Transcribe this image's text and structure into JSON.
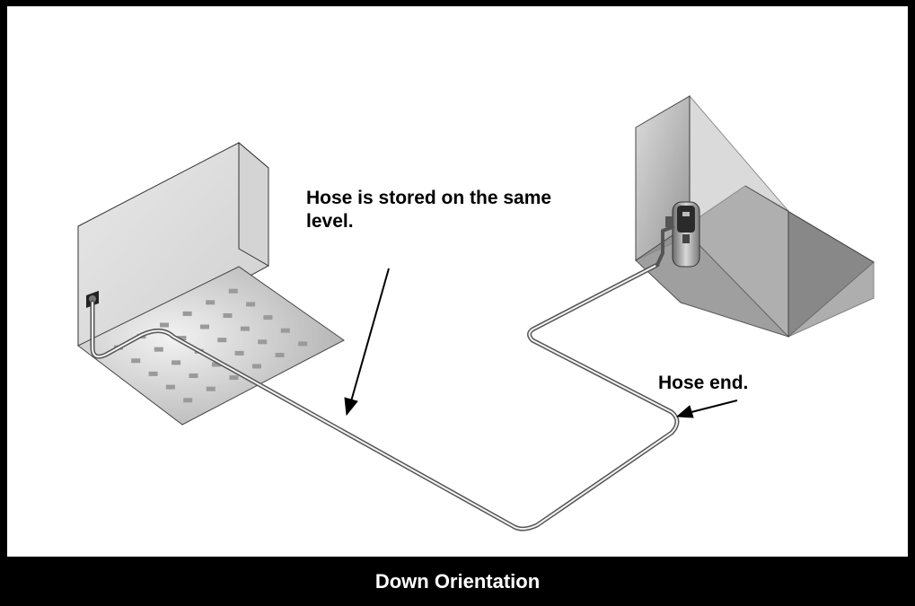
{
  "diagram": {
    "labels": {
      "hose_stored": "Hose is stored on the same level.",
      "hose_end": "Hose end."
    },
    "caption": "Down Orientation"
  },
  "colors": {
    "frame": "#000000",
    "panel": "#ffffff",
    "caption_text": "#ffffff",
    "wall_stroke": "#333333",
    "hose": "#5a5a5a",
    "tile_gray": "#9a9a9a"
  },
  "icons": [
    "wall-inlet-icon",
    "central-vacuum-unit-icon",
    "arrow-icon"
  ]
}
